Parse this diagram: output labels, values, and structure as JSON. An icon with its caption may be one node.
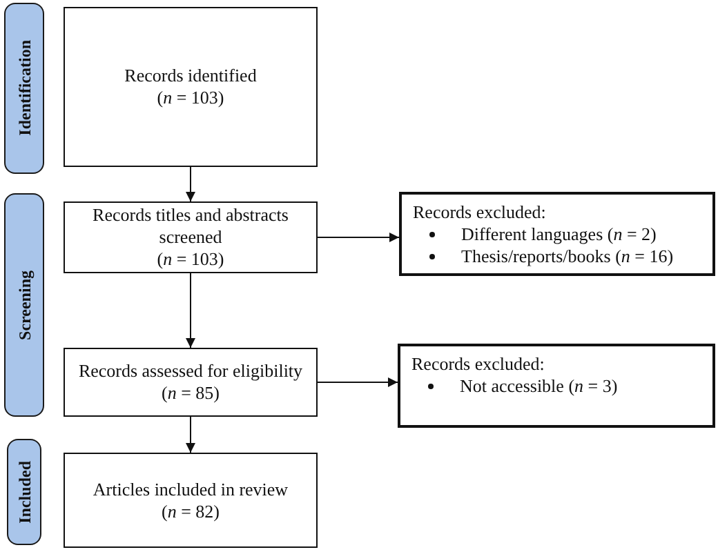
{
  "diagram": {
    "nodes": [
      {
        "text": [
          "Identification"
        ]
      },
      {
        "text": [
          "Records identified",
          "(*n* = 103)"
        ]
      },
      {
        "text": [
          "Screening"
        ]
      },
      {
        "text": [
          "Records titles and abstracts screened",
          "(*n* = 103)"
        ]
      },
      {
        "text": [
          "Records excluded:",
          "Different languages (*n* = 2)",
          "Thesis/reports/books (*n* = 16)"
        ]
      },
      {
        "text": [
          "Records assessed for eligibility",
          "(*n* = 85)"
        ]
      },
      {
        "text": [
          "Records excluded:",
          "Not accessible (*n* = 3)"
        ]
      },
      {
        "text": [
          "Included"
        ]
      },
      {
        "text": [
          "Articles included in review",
          "(*n* = 82)"
        ]
      }
    ],
    "edges": [
      {
        "from": 1,
        "to": 3,
        "arrow": "to"
      },
      {
        "from": 3,
        "to": 4,
        "arrow": "to"
      },
      {
        "from": 3,
        "to": 5,
        "arrow": "to"
      },
      {
        "from": 5,
        "to": 6,
        "arrow": "to"
      },
      {
        "from": 5,
        "to": 8,
        "arrow": "to"
      }
    ]
  }
}
